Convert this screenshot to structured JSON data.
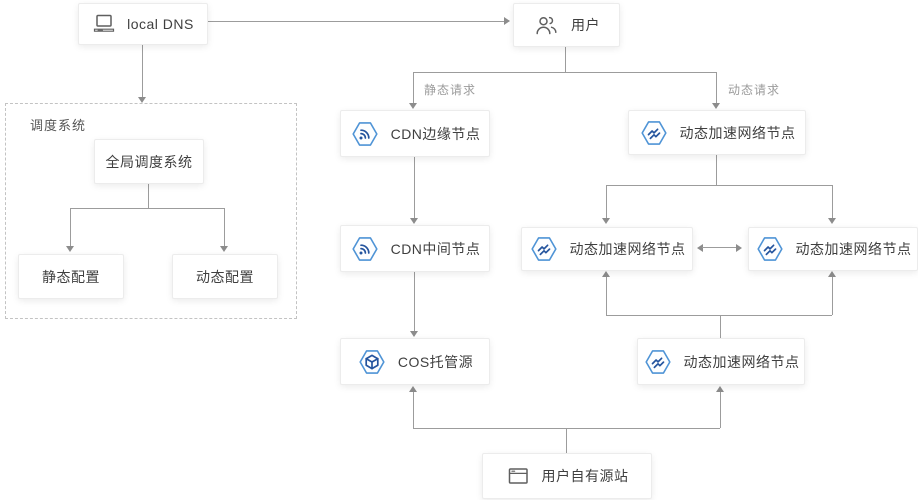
{
  "nodes": {
    "local_dns": {
      "label": "local DNS",
      "icon": "laptop-icon"
    },
    "user": {
      "label": "用户",
      "icon": "users-icon"
    },
    "scheduler_group": {
      "label": "调度系统"
    },
    "global_scheduler": {
      "label": "全局调度系统"
    },
    "static_config": {
      "label": "静态配置"
    },
    "dynamic_config": {
      "label": "动态配置"
    },
    "cdn_edge": {
      "label": "CDN边缘节点",
      "icon": "cdn-hexagon-icon"
    },
    "cdn_middle": {
      "label": "CDN中间节点",
      "icon": "cdn-hexagon-icon"
    },
    "cos_origin": {
      "label": "COS托管源",
      "icon": "cos-hexagon-icon"
    },
    "ecdn_top": {
      "label": "动态加速网络节点",
      "icon": "ecdn-hexagon-icon"
    },
    "ecdn_left": {
      "label": "动态加速网络节点",
      "icon": "ecdn-hexagon-icon"
    },
    "ecdn_right": {
      "label": "动态加速网络节点",
      "icon": "ecdn-hexagon-icon"
    },
    "ecdn_bottom": {
      "label": "动态加速网络节点",
      "icon": "ecdn-hexagon-icon"
    },
    "user_origin": {
      "label": "用户自有源站",
      "icon": "browser-window-icon"
    }
  },
  "edge_labels": {
    "static_request": "静态请求",
    "dynamic_request": "动态请求"
  },
  "colors": {
    "line_gray": "#9c9c9c",
    "arrow_gray": "#8c8c8c",
    "icon_blue": "#4f94d6",
    "icon_dark_blue": "#24549e",
    "icon_gray": "#5f5f5f",
    "box_border": "#ececec",
    "text": "#3f3f3f",
    "muted_text": "#9b9b9b"
  }
}
